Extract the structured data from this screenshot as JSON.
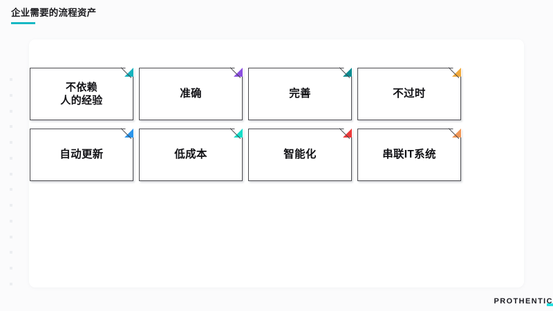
{
  "slide": {
    "title": "企业需要的流程资产",
    "accent_color": "#17b8c4"
  },
  "cards": {
    "rows": [
      [
        {
          "label": "不依赖\n人的经验",
          "corner_color": "#16b2bd",
          "lines": 2
        },
        {
          "label": "准确",
          "corner_color": "#8b4fe0",
          "lines": 1
        },
        {
          "label": "完善",
          "corner_color": "#0d8c91",
          "lines": 1
        },
        {
          "label": "不过时",
          "corner_color": "#f0a93c",
          "lines": 1
        }
      ],
      [
        {
          "label": "自动更新",
          "corner_color": "#2b95ea",
          "lines": 1
        },
        {
          "label": "低成本",
          "corner_color": "#16dcc8",
          "lines": 1
        },
        {
          "label": "智能化",
          "corner_color": "#ec3b3b",
          "lines": 1
        },
        {
          "label": "串联IT系统",
          "corner_color": "#f09657",
          "lines": 1
        }
      ]
    ]
  },
  "brand": {
    "name_main": "PROTHENTI",
    "name_accent": "C",
    "accent_color": "#23e0e0"
  }
}
